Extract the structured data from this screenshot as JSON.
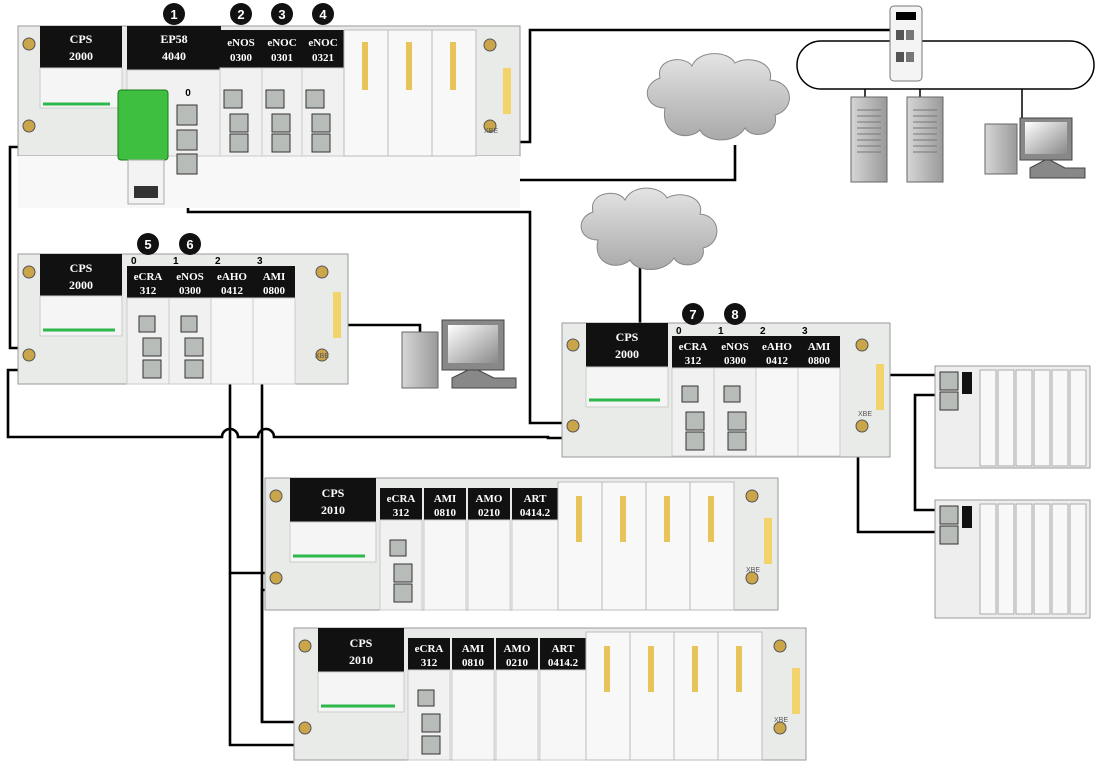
{
  "racks": {
    "main": {
      "modules": [
        {
          "line1": "CPS",
          "line2": "2000"
        },
        {
          "line1": "EP58",
          "line2": "4040"
        },
        {
          "line1": "eNOS",
          "line2": "0300"
        },
        {
          "line1": "eNOC",
          "line2": "0301"
        },
        {
          "line1": "eNOC",
          "line2": "0321"
        }
      ],
      "slot_marker": "0",
      "xbe": "XBE"
    },
    "drop_left": {
      "modules": [
        {
          "line1": "CPS",
          "line2": "2000"
        },
        {
          "line1": "eCRA",
          "line2": "312"
        },
        {
          "line1": "eNOS",
          "line2": "0300"
        },
        {
          "line1": "eAHO",
          "line2": "0412"
        },
        {
          "line1": "AMI",
          "line2": "0800"
        }
      ],
      "slot_numbers": [
        "0",
        "1",
        "2",
        "3"
      ],
      "xbe": "XBE"
    },
    "drop_right": {
      "modules": [
        {
          "line1": "CPS",
          "line2": "2000"
        },
        {
          "line1": "eCRA",
          "line2": "312"
        },
        {
          "line1": "eNOS",
          "line2": "0300"
        },
        {
          "line1": "eAHO",
          "line2": "0412"
        },
        {
          "line1": "AMI",
          "line2": "0800"
        }
      ],
      "slot_numbers": [
        "0",
        "1",
        "2",
        "3"
      ],
      "xbe": "XBE"
    },
    "drop_3": {
      "modules": [
        {
          "line1": "CPS",
          "line2": "2010"
        },
        {
          "line1": "eCRA",
          "line2": "312"
        },
        {
          "line1": "AMI",
          "line2": "0810"
        },
        {
          "line1": "AMO",
          "line2": "0210"
        },
        {
          "line1": "ART",
          "line2": "0414.2"
        }
      ],
      "xbe": "XBE"
    },
    "drop_4": {
      "modules": [
        {
          "line1": "CPS",
          "line2": "2010"
        },
        {
          "line1": "eCRA",
          "line2": "312"
        },
        {
          "line1": "AMI",
          "line2": "0810"
        },
        {
          "line1": "AMO",
          "line2": "0210"
        },
        {
          "line1": "ART",
          "line2": "0414.2"
        }
      ],
      "xbe": "XBE"
    }
  },
  "callouts": [
    "1",
    "2",
    "3",
    "4",
    "5",
    "6",
    "7",
    "8"
  ],
  "colors": {
    "module_face": "#111111",
    "rack_body": "#eef0ee",
    "ethernet_port": "#b8bcb8",
    "led_green": "#2db84a",
    "cable": "#000000",
    "cloud": "#c9c9c9",
    "cpu_card": "#3fbf3f",
    "xbe_strip": "#f3d36b"
  }
}
